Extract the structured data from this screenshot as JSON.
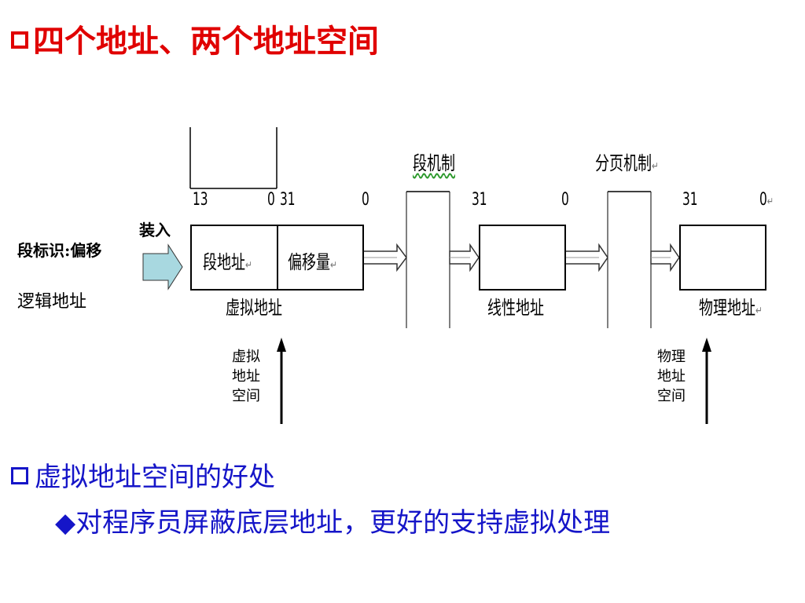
{
  "title": "四个地址、两个地址空间",
  "diagram": {
    "seg_selector_offset": "段标识:偏移",
    "load_label": "装入",
    "logical_address": "逻辑地址",
    "bits_13": "13",
    "bits_0a": "0",
    "bits_31a": "31",
    "bits_0b": "0",
    "bits_31b": "31",
    "bits_0c": "0",
    "bits_31c": "31",
    "bits_0d": "0",
    "segment_address": "段地址",
    "offset": "偏移量",
    "virtual_address": "虚拟地址",
    "segmentation": "段机制",
    "paging": "分页机制",
    "linear_address": "线性地址",
    "physical_address": "物理地址",
    "virtual_space_lines": [
      "虚拟",
      "地址",
      "空间"
    ],
    "physical_space_lines": [
      "物理",
      "地址",
      "空间"
    ],
    "return_mark": "↵"
  },
  "bullet2": "虚拟地址空间的好处",
  "bullet3": "◆对程序员屏蔽底层地址，更好的支持虚拟处理",
  "colors": {
    "title": "#e00000",
    "body_text": "#1515c8",
    "arrow_fill": "#a8d8e0",
    "wavy_underline": "#2e9a2e"
  }
}
